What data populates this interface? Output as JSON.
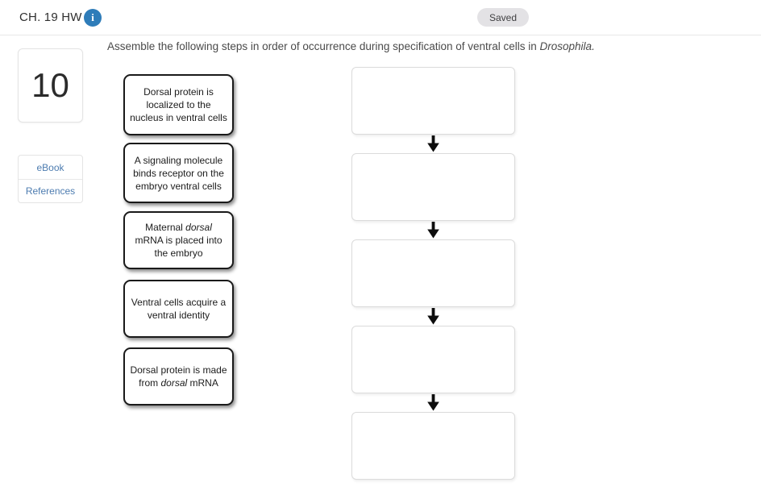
{
  "header": {
    "title": "CH. 19 HW",
    "info_icon_glyph": "i",
    "saved_badge": "Saved"
  },
  "sidebar": {
    "question_number": "10",
    "links": [
      {
        "label": "eBook"
      },
      {
        "label": "References"
      }
    ]
  },
  "main": {
    "instruction": {
      "prefix": "Assemble the following steps in order of occurrence during specification of ventral cells in ",
      "species_italic": "Drosophila."
    },
    "cards": [
      {
        "segments": [
          {
            "t": "Dorsal protein is localized to the nucleus in ventral cells"
          }
        ]
      },
      {
        "segments": [
          {
            "t": "A signaling molecule binds receptor on the embryo ventral cells"
          }
        ]
      },
      {
        "segments": [
          {
            "t": "Maternal "
          },
          {
            "t": "dorsal",
            "i": true
          },
          {
            "t": " mRNA is placed into the embryo"
          }
        ]
      },
      {
        "segments": [
          {
            "t": "Ventral cells acquire a ventral identity"
          }
        ]
      },
      {
        "segments": [
          {
            "t": "Dorsal protein is made from "
          },
          {
            "t": "dorsal",
            "i": true
          },
          {
            "t": " mRNA"
          }
        ]
      }
    ],
    "drop_zones": [
      {
        "value": ""
      },
      {
        "value": ""
      },
      {
        "value": ""
      },
      {
        "value": ""
      },
      {
        "value": ""
      }
    ]
  },
  "colors": {
    "accent_blue": "#2e7cb9",
    "link_blue": "#4d7cb0",
    "saved_pill_bg": "#e3e2e5",
    "card_border": "#1a1a1a",
    "zone_border": "#dbdbdb",
    "arrow": "#0d0d0d"
  }
}
